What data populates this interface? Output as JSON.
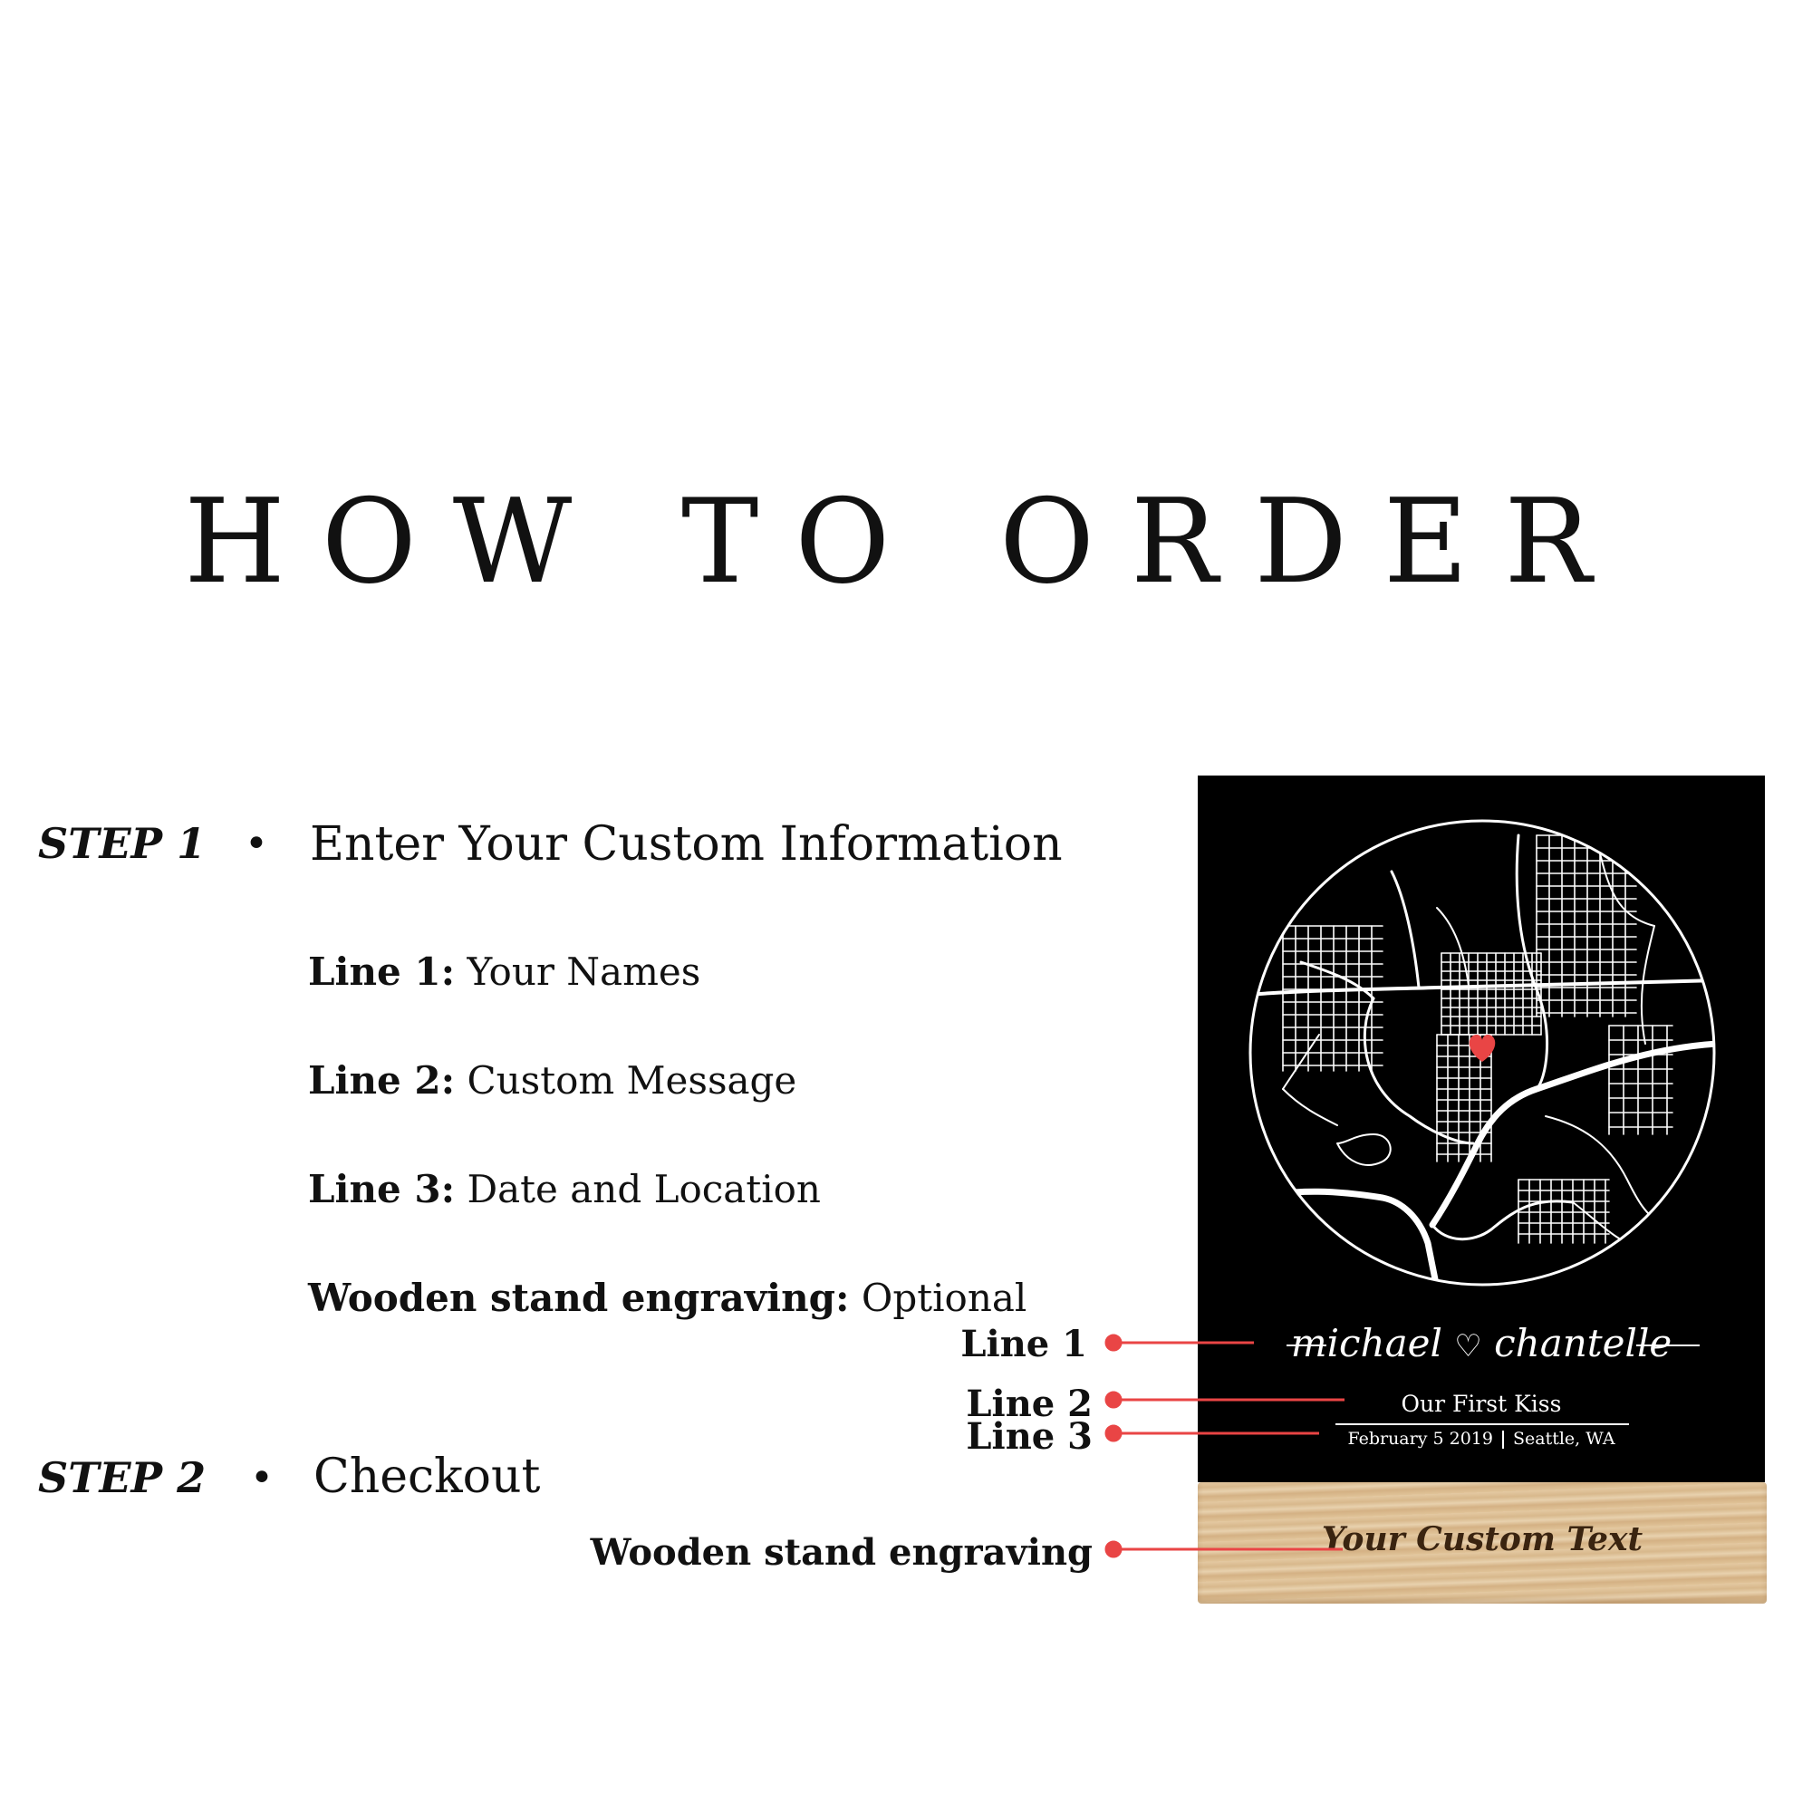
{
  "heading": "HOW TO ORDER",
  "step1": {
    "label": "STEP 1",
    "bullet": "•",
    "title": "Enter Your Custom Information",
    "lines": [
      {
        "key": "Line 1:",
        "value": "Your Names"
      },
      {
        "key": "Line 2:",
        "value": "Custom Message"
      },
      {
        "key": "Line 3:",
        "value": "Date and Location"
      },
      {
        "key": "Wooden stand engraving:",
        "value": "Optional"
      }
    ]
  },
  "step2": {
    "label": "STEP 2",
    "bullet": "•",
    "title": "Checkout"
  },
  "callouts": {
    "line1": "Line 1",
    "line2": "Line 2",
    "line3": "Line 3",
    "stand": "Wooden stand engraving"
  },
  "plaque": {
    "name1": "michael",
    "name2": "chantelle",
    "heart_glyph": "♡",
    "message": "Our First Kiss",
    "date": "February 5 2019",
    "location": "Seattle, WA",
    "stand_text": "Your Custom Text"
  },
  "colors": {
    "accent": "#e94545",
    "plaque_bg": "#000000",
    "map_lines": "#ffffff",
    "wood": "#dcbf94"
  },
  "icons": {
    "location_marker": "heart-icon",
    "callout_dot": "dot-icon"
  }
}
